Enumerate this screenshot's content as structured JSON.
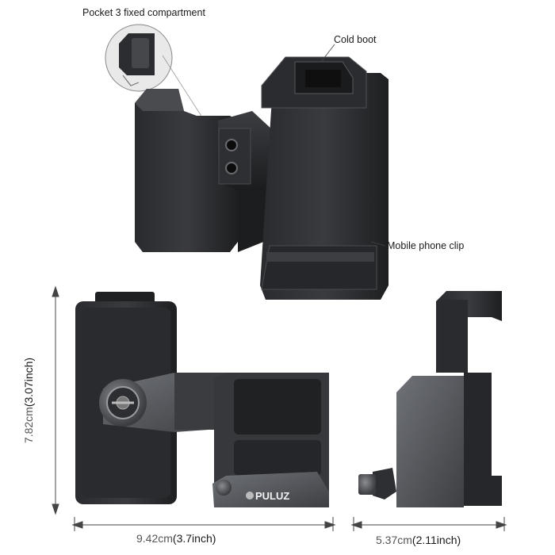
{
  "callouts": {
    "pocket3_compartment": "Pocket 3 fixed compartment",
    "cold_boot": "Cold boot",
    "phone_clip": "Mobile phone clip"
  },
  "dimensions": {
    "height": {
      "metric": "7.82cm",
      "imperial": "(3.07inch)"
    },
    "width": {
      "metric": "9.42cm",
      "imperial": "(3.7inch)"
    },
    "depth": {
      "metric": "5.37cm",
      "imperial": "(2.11inch)"
    }
  },
  "brand": {
    "logo_text": "PULUZ"
  }
}
